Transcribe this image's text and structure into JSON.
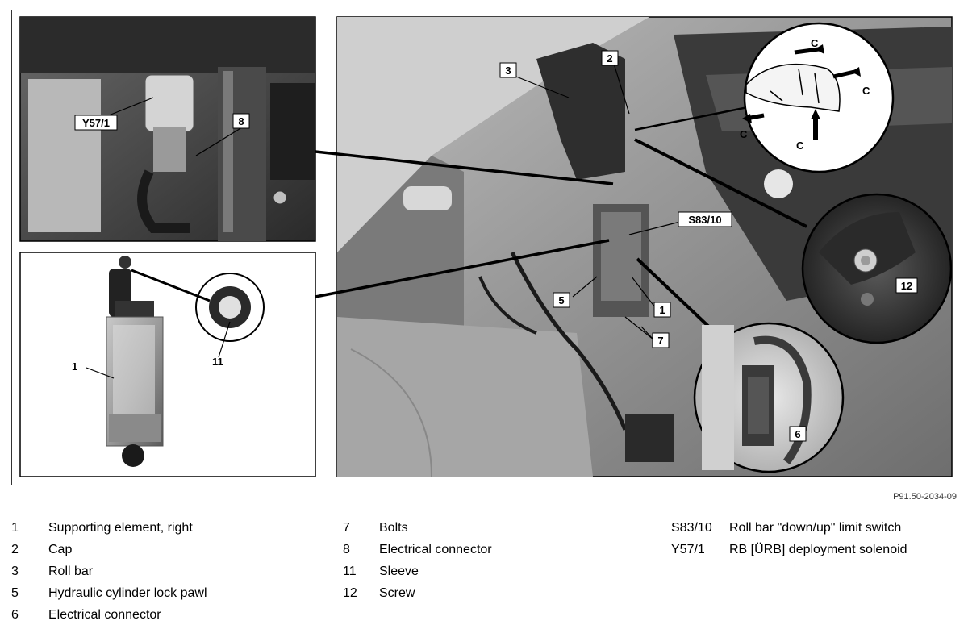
{
  "figure": {
    "code": "P91.50-2034-09",
    "callouts": {
      "c3": "3",
      "c2": "2",
      "y57": "Y57/1",
      "c8": "8",
      "s83": "S83/10",
      "c5": "5",
      "c1": "1",
      "c7": "7",
      "c6": "6",
      "c12": "12",
      "c11": "11",
      "c1b": "1",
      "cA": "C",
      "cB": "C",
      "cC": "C",
      "cD": "C"
    }
  },
  "legend": {
    "col1": [
      {
        "num": "1",
        "text": "Supporting element, right"
      },
      {
        "num": "2",
        "text": "Cap"
      },
      {
        "num": "3",
        "text": "Roll bar"
      },
      {
        "num": "5",
        "text": "Hydraulic cylinder lock pawl"
      },
      {
        "num": "6",
        "text": "Electrical connector"
      }
    ],
    "col2": [
      {
        "num": "7",
        "text": "Bolts"
      },
      {
        "num": "8",
        "text": "Electrical connector"
      },
      {
        "num": "11",
        "text": "Sleeve"
      },
      {
        "num": "12",
        "text": "Screw"
      }
    ],
    "col3": [
      {
        "num": "S83/10",
        "text": "Roll bar \"down/up\" limit switch"
      },
      {
        "num": "Y57/1",
        "text": "RB [ÜRB] deployment solenoid"
      }
    ]
  }
}
